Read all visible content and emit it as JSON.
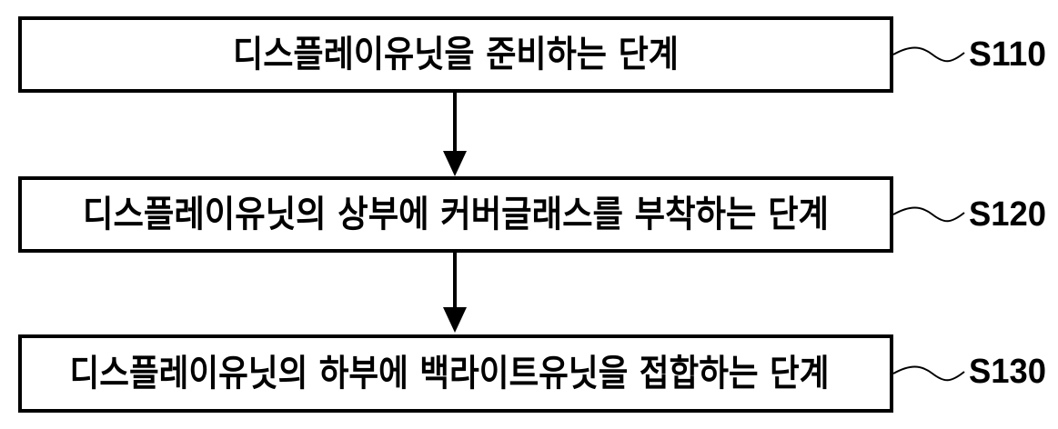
{
  "steps": [
    {
      "label": "디스플레이유닛을 준비하는 단계",
      "code": "S110"
    },
    {
      "label": "디스플레이유닛의 상부에 커버글래스를 부착하는 단계",
      "code": "S120"
    },
    {
      "label": "디스플레이유닛의 하부에 백라이트유닛을 접합하는 단계",
      "code": "S130"
    }
  ]
}
